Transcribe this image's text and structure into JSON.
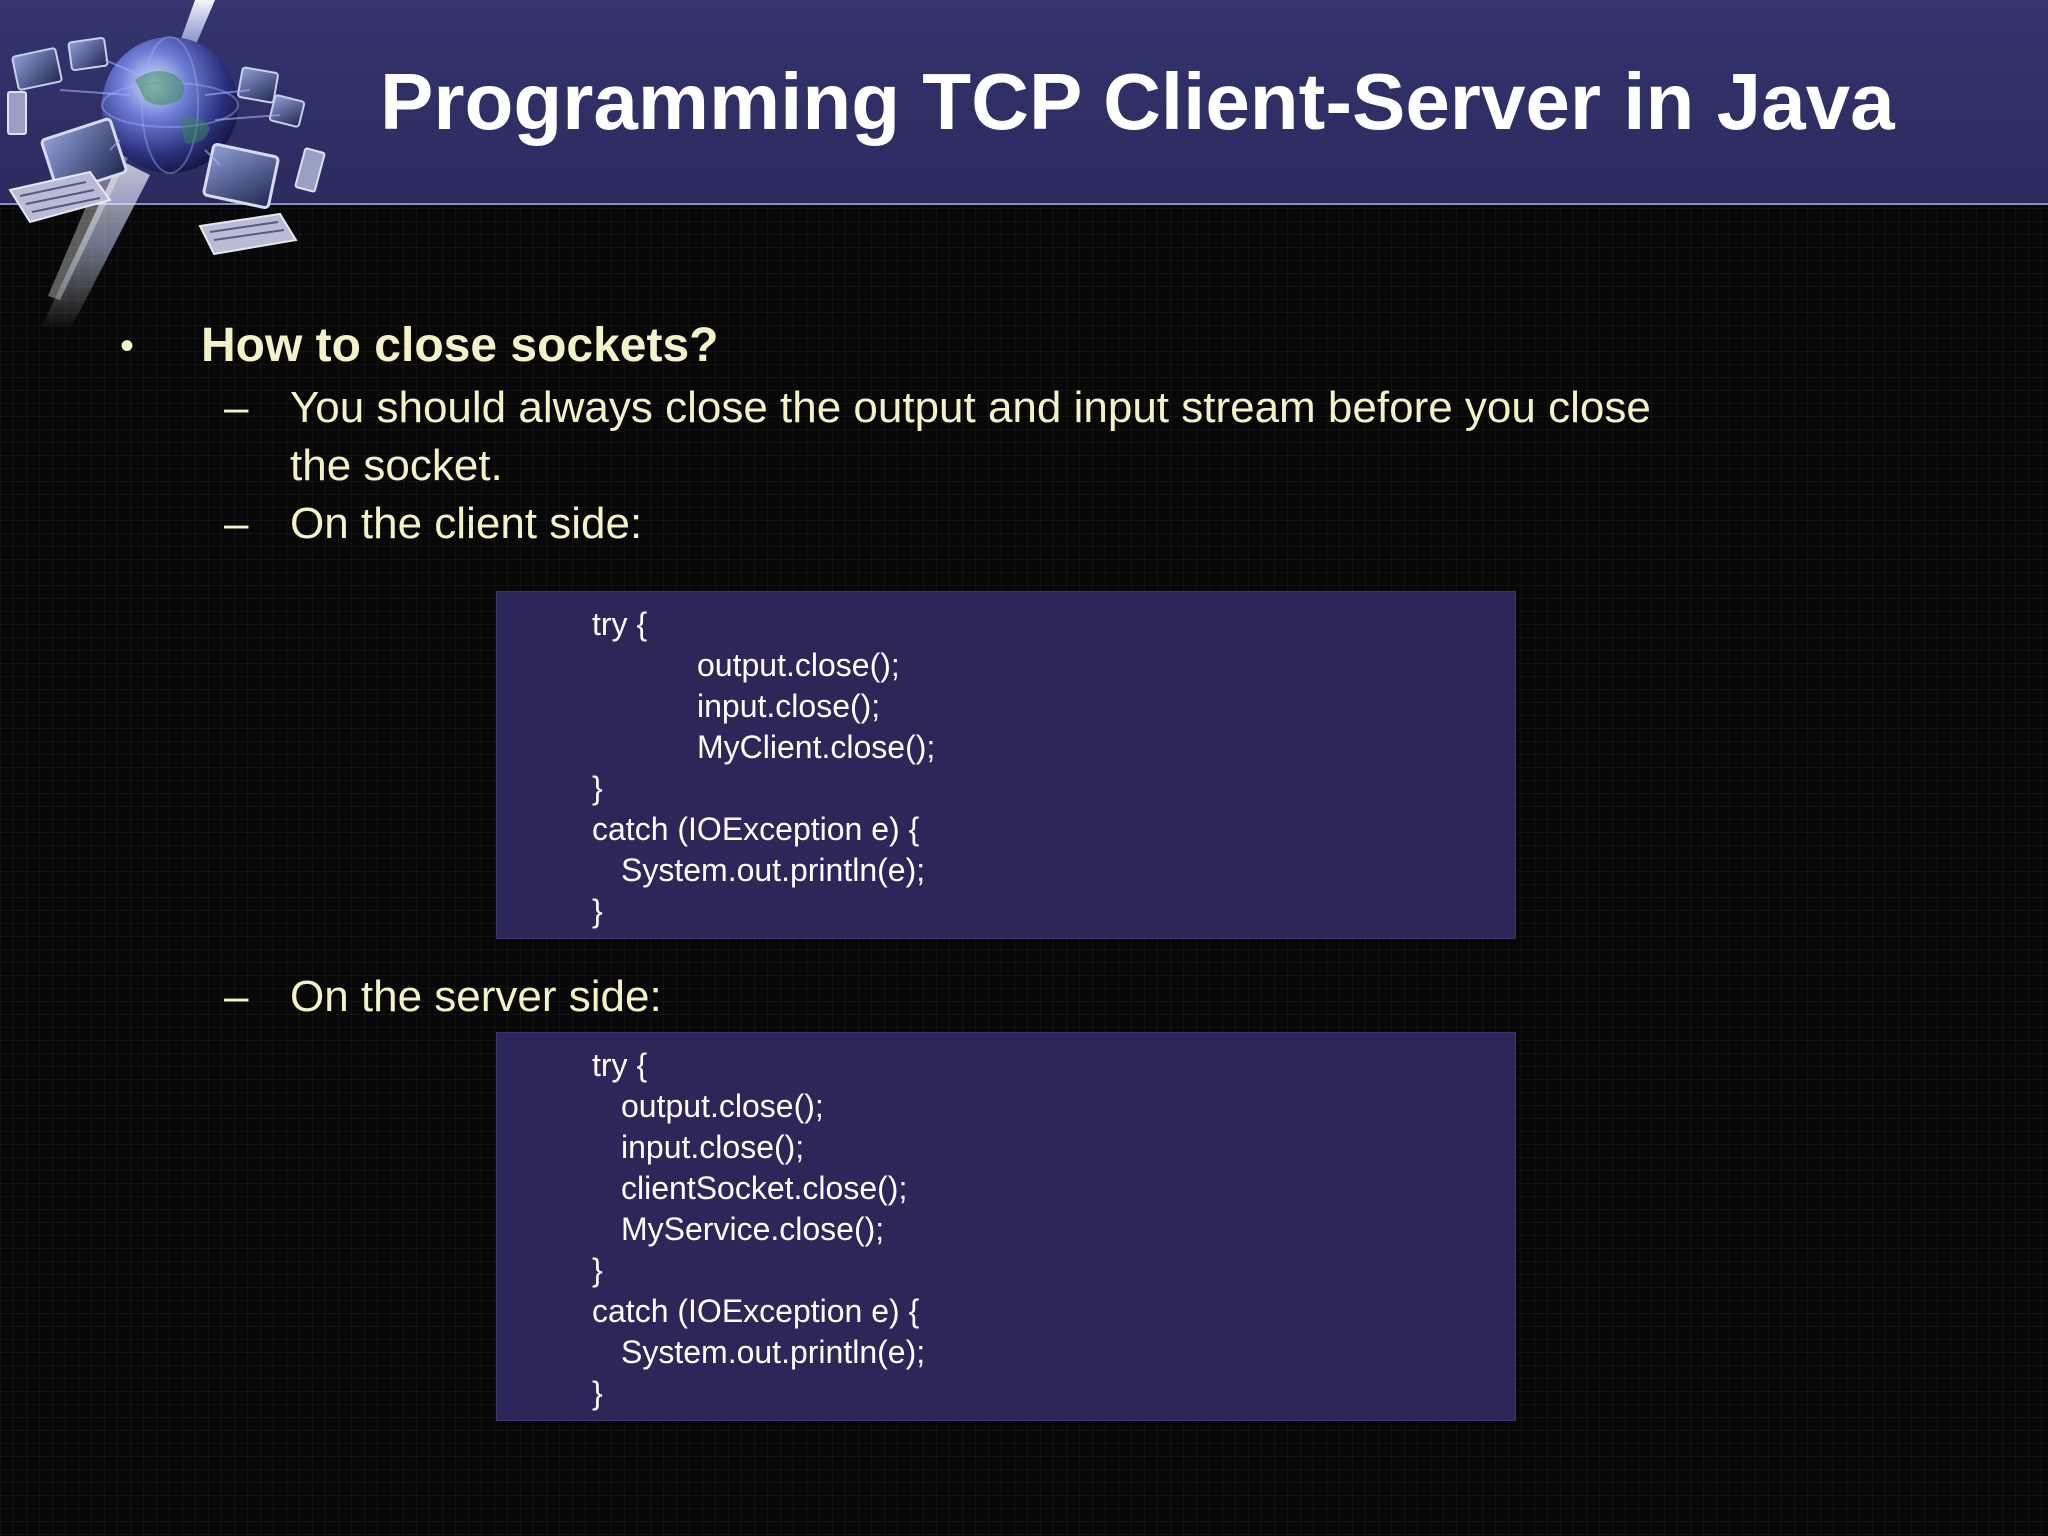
{
  "slide": {
    "title": "Programming TCP Client-Server in Java",
    "bullet": {
      "marker": "•",
      "text": "How to close sockets?"
    },
    "subitems": [
      {
        "dash": "–",
        "lines": [
          "You should always close the output and input stream before you close",
          "the socket."
        ]
      },
      {
        "dash": "–",
        "lines": [
          "On the client side:"
        ]
      },
      {
        "dash": "–",
        "lines": [
          "On the server side:"
        ]
      }
    ],
    "client_code": [
      "try {",
      "output.close();",
      "input.close();",
      "MyClient.close();",
      "}",
      "catch (IOException e) {",
      "System.out.println(e);",
      "}"
    ],
    "server_code": [
      "try {",
      "output.close();",
      "input.close();",
      "clientSocket.close();",
      "MyService.close();",
      "}",
      "catch (IOException e) {",
      "System.out.println(e);",
      "}"
    ]
  },
  "colors": {
    "title_bar": "#2f2f66",
    "code_box": "#2c2659",
    "body_text": "#f4f2c8",
    "title_text": "#ffffff"
  },
  "icons": {
    "logo": "globe-with-networked-computers-logo"
  }
}
